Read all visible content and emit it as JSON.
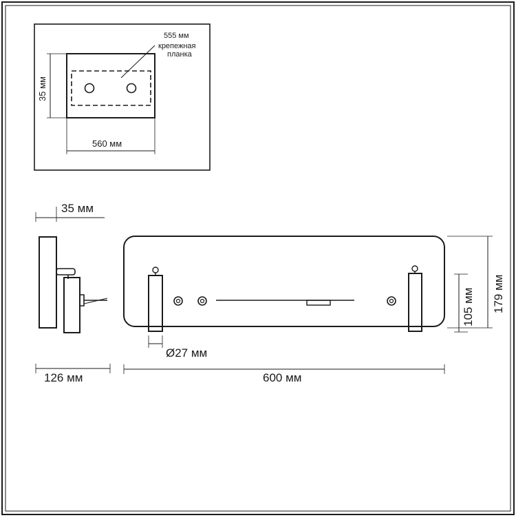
{
  "inset": {
    "width_label": "560 мм",
    "height_label": "35 мм",
    "plate_length_label": "555 мм",
    "plate_name_line1": "крепежная",
    "plate_name_line2": "планка"
  },
  "side_view": {
    "depth_label": "35 мм",
    "width_label": "126 мм"
  },
  "front_view": {
    "length_label": "600 мм",
    "height_label": "179 мм",
    "inner_height_label": "105 мм",
    "diameter_label": "Ø27 мм"
  },
  "colors": {
    "line": "#1a1a1a",
    "background": "#ffffff"
  }
}
